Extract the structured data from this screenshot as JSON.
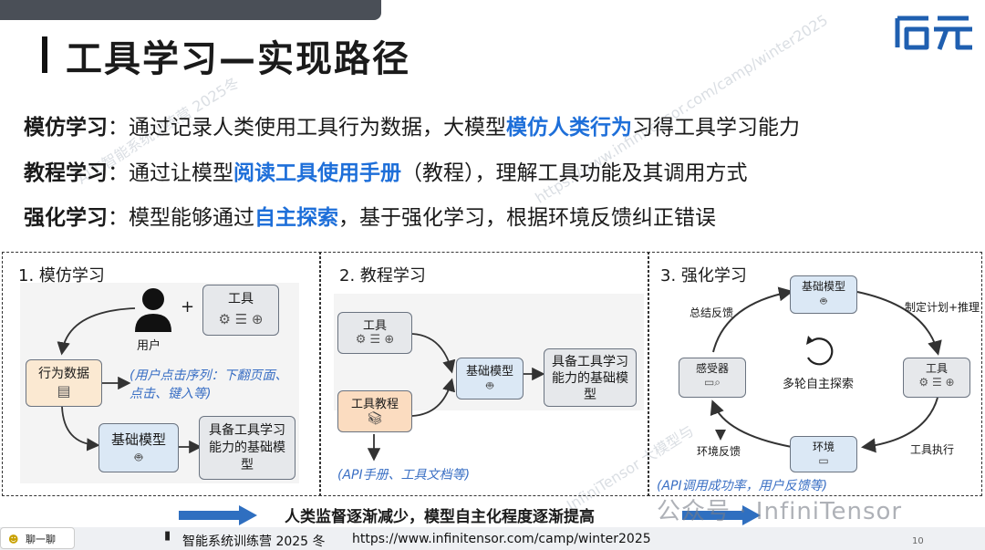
{
  "title": "工具学习—实现路径",
  "logo_text": "启元",
  "lines": [
    {
      "label": "模仿学习",
      "pre": "：通过记录人类使用工具行为数据，大模型",
      "highlight": "模仿人类行为",
      "post": "习得工具学习能力"
    },
    {
      "label": "教程学习",
      "pre": "：通过让模型",
      "highlight": "阅读工具使用手册",
      "post": "（教程），理解工具功能及其调用方式"
    },
    {
      "label": "强化学习",
      "pre": "：模型能够通过",
      "highlight": "自主探索",
      "post": "，基于强化学习，根据环境反馈纠正错误"
    }
  ],
  "panel1": {
    "title": "1. 模仿学习",
    "user": "用户",
    "plus": "+",
    "tool": "工具",
    "behavior": "行为数据",
    "note": "(用户点击序列：下翻页面、点击、键入等)",
    "base_model": "基础模型",
    "result": "具备工具学习能力的基础模型"
  },
  "panel2": {
    "title": "2. 教程学习",
    "tool": "工具",
    "tutorial": "工具教程",
    "base_model": "基础模型",
    "result": "具备工具学习能力的基础模型",
    "note": "(API手册、工具文档等)"
  },
  "panel3": {
    "title": "3. 强化学习",
    "base_model": "基础模型",
    "tool": "工具",
    "env": "环境",
    "sensor": "感受器",
    "center": "多轮自主探索",
    "summary": "总结反馈",
    "plan": "制定计划+推理",
    "exec": "工具执行",
    "feedback": "环境反馈",
    "note": "(API调用成功率，用户反馈等)"
  },
  "bottom_caption": "人类监督逐渐减少，模型自主化程度逐渐提高",
  "footer": {
    "chat_label": "聊一聊",
    "camp": "智能系统训练营 2025 冬",
    "url": "https://www.infinitensor.com/camp/winter2025",
    "page": "10",
    "watermark": "公众号 · InfiniTensor"
  },
  "watermarks": [
    "AI工智能系统训练营 2025冬",
    "https://www.infinitensor.com/camp/winter2025",
    "InfiniTensor 大模型与"
  ],
  "colors": {
    "highlight": "#1e6fd9",
    "note": "#3a6fc4",
    "blue_box": "#dbe8f5",
    "orange_box": "#fbdcc0",
    "gray_box": "#e6e8eb"
  }
}
